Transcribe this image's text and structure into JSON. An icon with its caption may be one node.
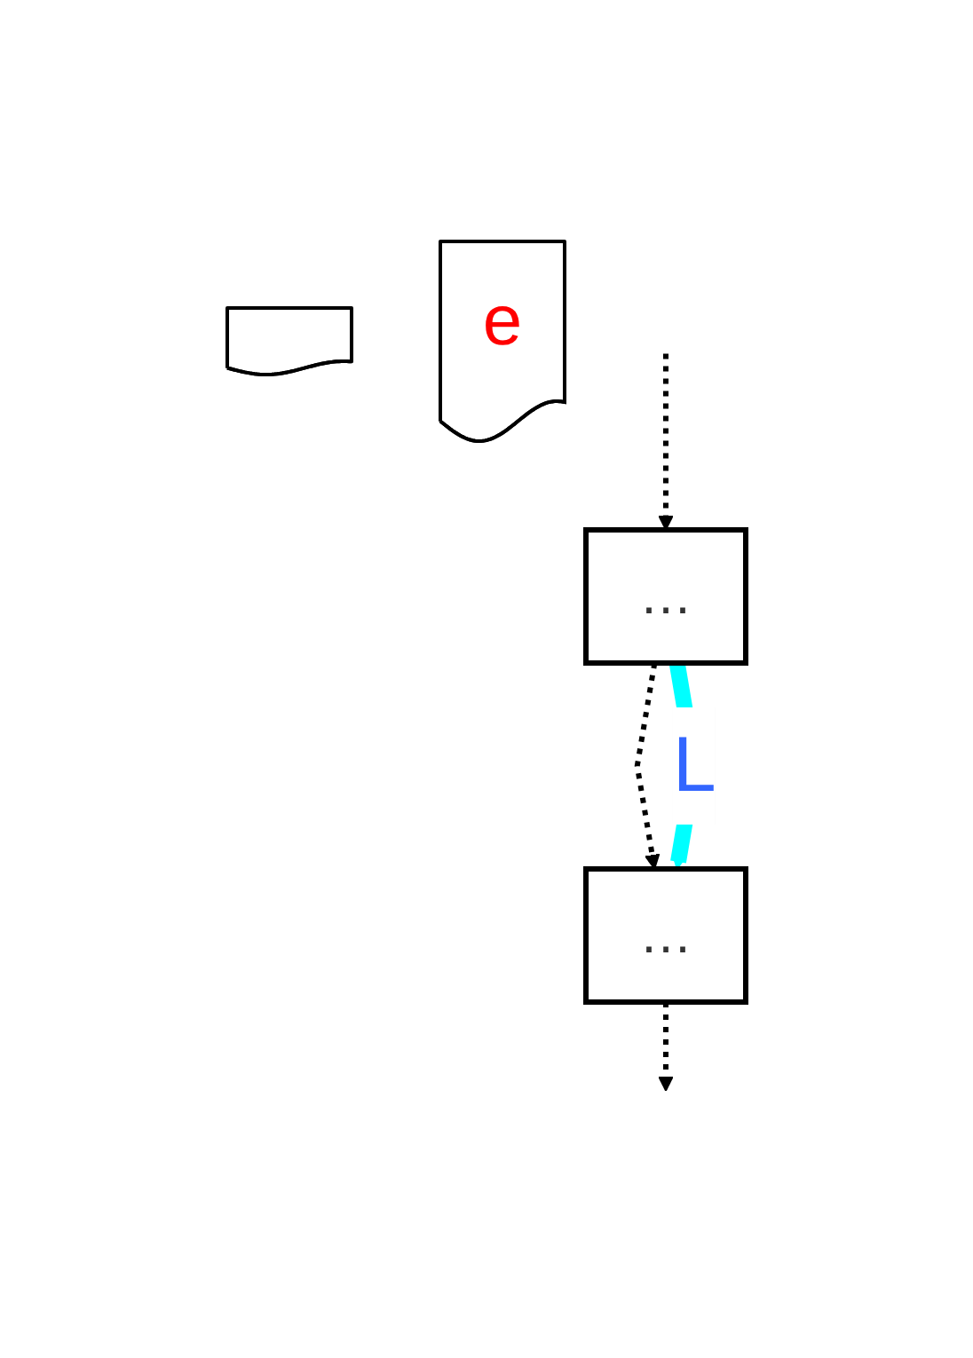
{
  "diagram": {
    "nodes": [
      {
        "text": [
          "…"
        ]
      },
      {
        "text": [],
        "shape": "document"
      },
      {
        "text": [
          "…"
        ]
      },
      {
        "text": [
          "e"
        ]
      }
    ],
    "edges": [
      {
        "from": null,
        "to": 0,
        "arrow": "to",
        "style": "dashed"
      },
      {
        "from": 0,
        "to": 2,
        "arrow": "to",
        "style": "dashed"
      },
      {
        "from": 0,
        "to": 2,
        "arrow": "to",
        "label": "L",
        "style": "thick",
        "color": "#00ffff"
      },
      {
        "from": 2,
        "to": null,
        "arrow": "to",
        "style": "dashed"
      }
    ]
  }
}
